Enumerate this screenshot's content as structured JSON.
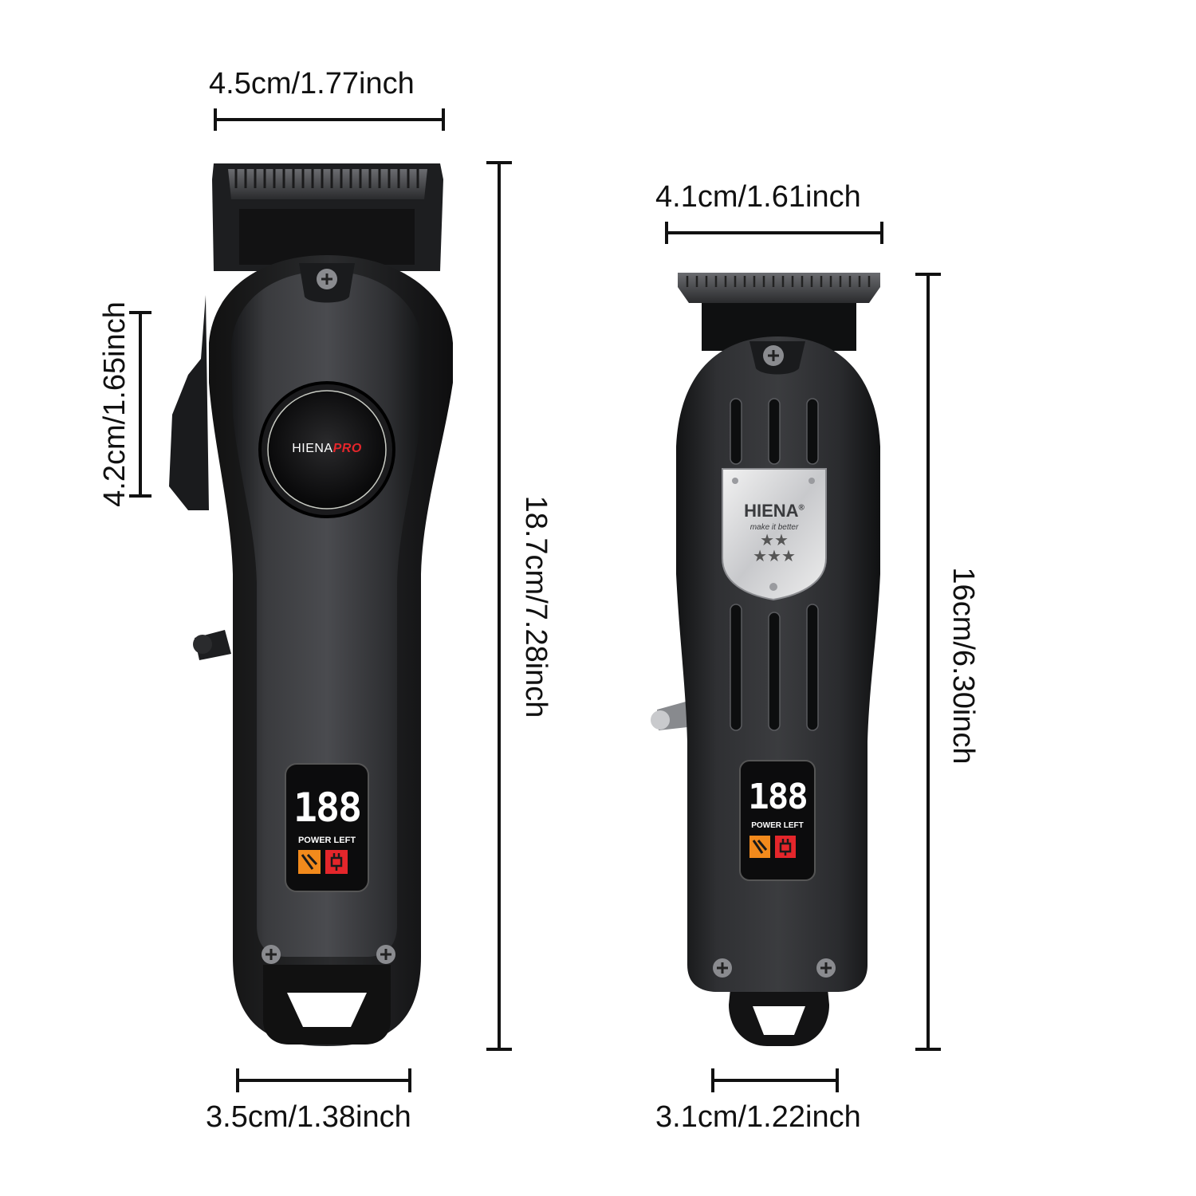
{
  "clipper": {
    "brand": "HIENA",
    "brand_accent": "PRO",
    "display_digits": "188",
    "display_label": "POWER LEFT",
    "dimensions": {
      "top_width": "4.5cm/1.77inch",
      "blade_length": "4.2cm/1.65inch",
      "height": "18.7cm/7.28inch",
      "bottom_width": "3.5cm/1.38inch"
    }
  },
  "trimmer": {
    "brand": "HIENA",
    "brand_mark": "®",
    "slogan": "make it better",
    "display_digits": "188",
    "display_label": "POWER LEFT",
    "stars_top": "★★",
    "stars_bottom": "★★★",
    "dimensions": {
      "top_width": "4.1cm/1.61inch",
      "height": "16cm/6.30inch",
      "bottom_width": "3.1cm/1.22inch"
    }
  },
  "colors": {
    "body": "#2b2c2e",
    "accent_red": "#e4262b",
    "accent_orange": "#f28a1c",
    "display_white": "#ffffff"
  }
}
